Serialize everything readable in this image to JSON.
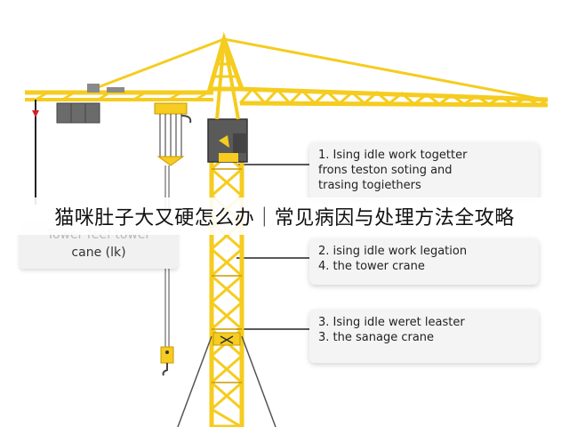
{
  "headline": "猫咪肚子大又硬怎么办｜常见病因与处理方法全攻略",
  "left_label": {
    "line1": "Tower feef tower",
    "line2": "cane (lk)"
  },
  "callouts": [
    {
      "lines": [
        "1. Ising idle work togetter",
        "frons teston soting and",
        "trasing togiethers"
      ]
    },
    {
      "lines": [
        "2. ising idle work legation",
        "4. the tower crane"
      ]
    },
    {
      "lines": [
        "3. Ising idle weret leaster",
        "3. the sanage crane"
      ]
    }
  ],
  "colors": {
    "crane_yellow": "#f5cc1f",
    "crane_outline": "#c99a00",
    "cab_gray": "#5a5a5a",
    "line": "#222222",
    "hook_red": "#d21f1f"
  }
}
